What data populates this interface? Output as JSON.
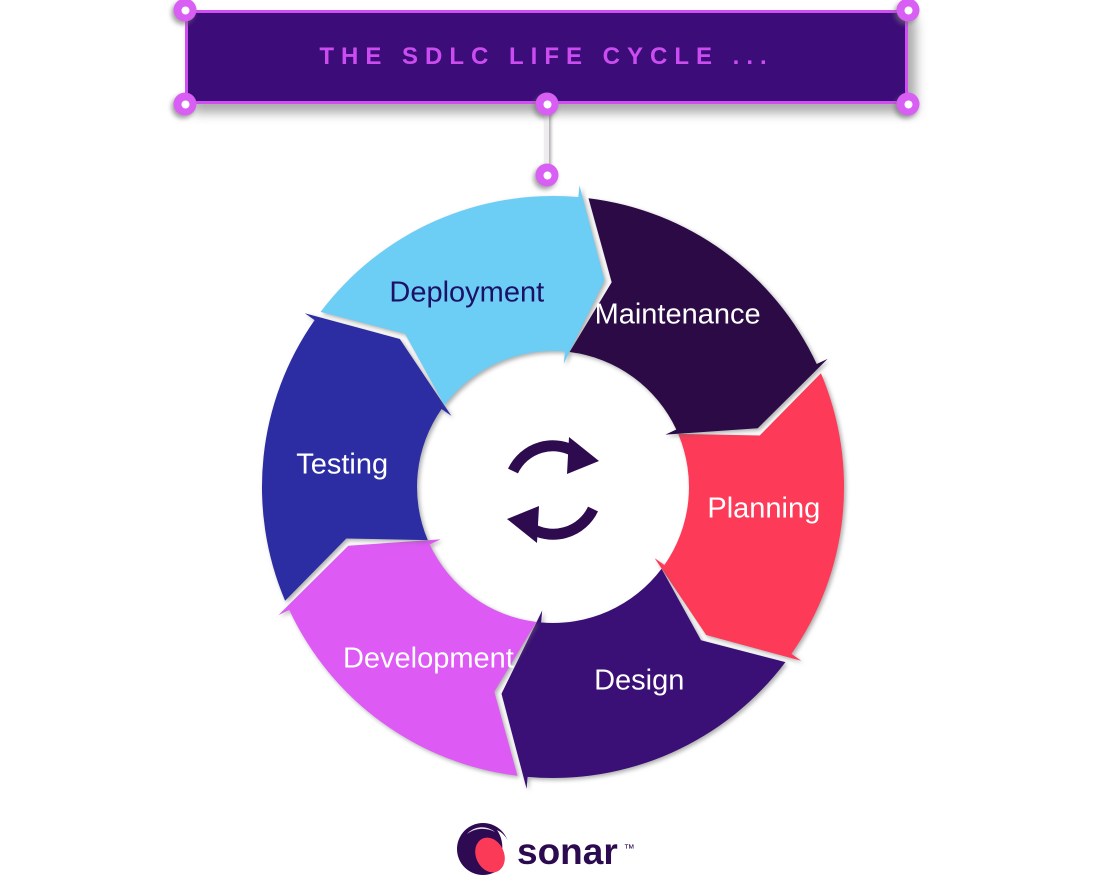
{
  "canvas": {
    "background": "#ffffff"
  },
  "title_bar": {
    "label": "THE SDLC LIFE CYCLE ...",
    "fill": "#3c0d78",
    "border_color": "#d14ff2",
    "text_color": "#cb4cf1"
  },
  "selection": {
    "handle_color": "#d95ef3",
    "connector_color": "#efecef"
  },
  "diagram": {
    "center_icon": "cycle-refresh-icon",
    "center_icon_color": "#2e0b4e",
    "segments": [
      {
        "label": "Planning",
        "color": "#fd3a58",
        "label_color": "#ffffff",
        "angle": 96
      },
      {
        "label": "Design",
        "color": "#3a0f76",
        "label_color": "#ffffff",
        "angle": 156
      },
      {
        "label": "Development",
        "color": "#dd5af5",
        "label_color": "#ffffff",
        "angle": 216
      },
      {
        "label": "Testing",
        "color": "#2c2da3",
        "label_color": "#ffffff",
        "angle": 276
      },
      {
        "label": "Deployment",
        "color": "#6ccdf5",
        "label_color": "#1c1166",
        "angle": 336
      },
      {
        "label": "Maintenance",
        "color": "#2b0a45",
        "label_color": "#ffffff",
        "angle": 36
      }
    ]
  },
  "footer_logo": {
    "brand": "sonar",
    "trademark": "™",
    "icon": "sonar-swirl-icon",
    "text_color": "#2b0a50",
    "icon_dark": "#2e0a52",
    "icon_accent": "#fb3a58"
  }
}
